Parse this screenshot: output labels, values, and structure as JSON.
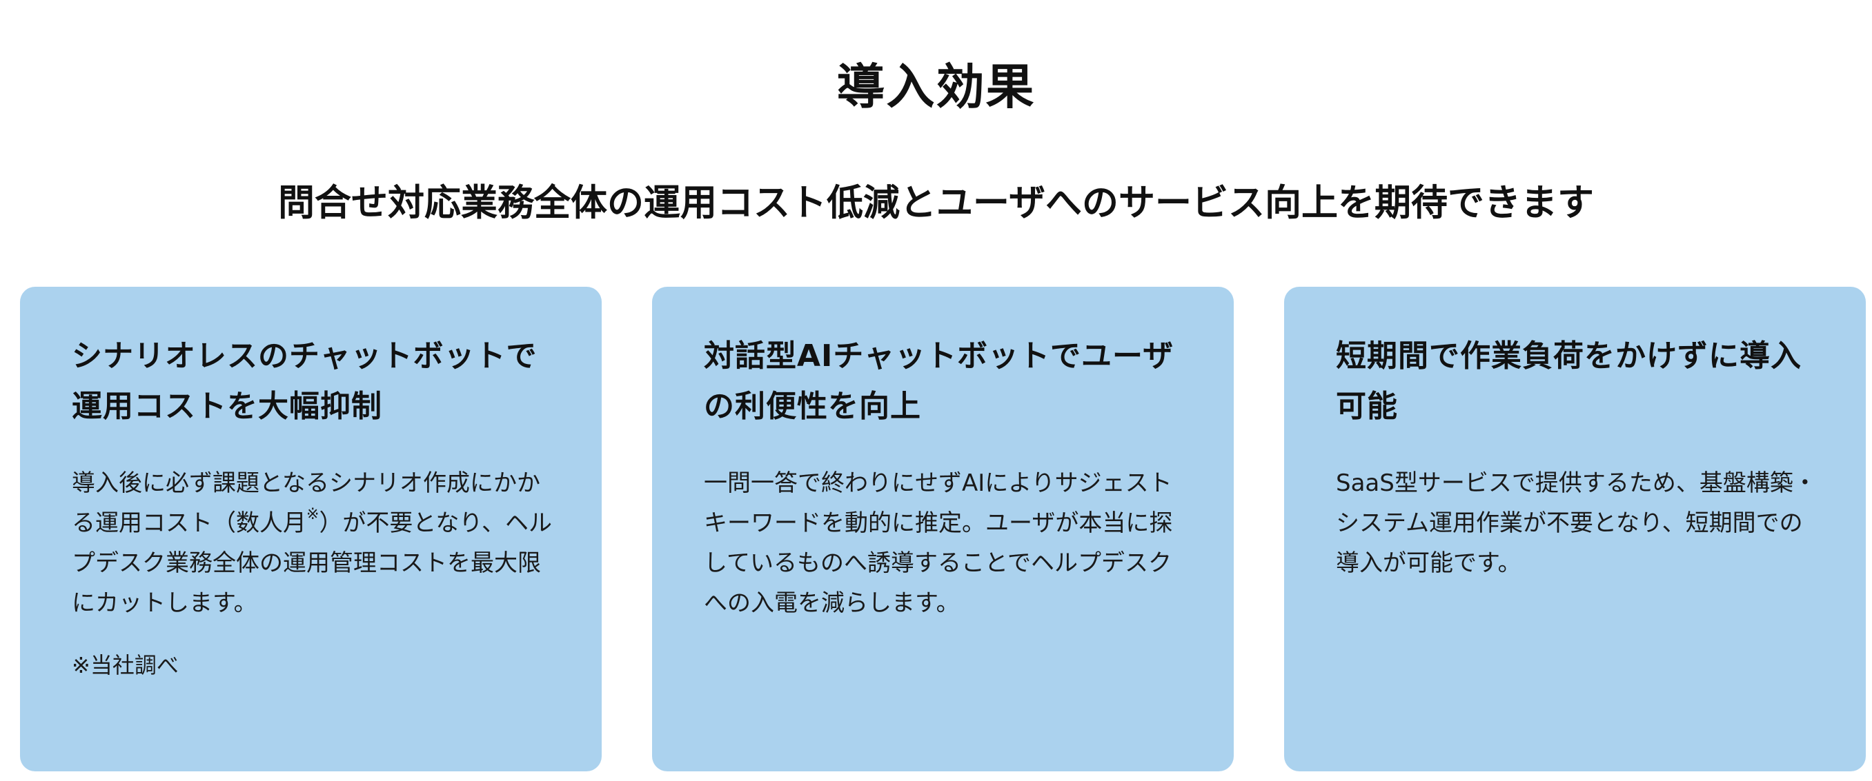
{
  "section": {
    "title": "導入効果",
    "subtitle": "問合せ対応業務全体の運用コスト低減とユーザへのサービス向上を期待できます"
  },
  "colors": {
    "card_background": "#abd2ee",
    "text": "#111111",
    "page_background": "#ffffff"
  },
  "cards": [
    {
      "title": "シナリオレスのチャットボットで運用コストを大幅抑制",
      "body_before_mark": "導入後に必ず課題となるシナリオ作成にかかる運用コスト（数人月",
      "body_mark": "※",
      "body_after_mark": "）が不要となり、ヘルプデスク業務全体の運用管理コストを最大限にカットします。",
      "note": "※当社調べ"
    },
    {
      "title": "対話型AIチャットボットでユーザの利便性を向上",
      "body": "一問一答で終わりにせずAIによりサジェストキーワードを動的に推定。ユーザが本当に探しているものへ誘導することでヘルプデスクへの入電を減らします。"
    },
    {
      "title": "短期間で作業負荷をかけずに導入可能",
      "body": "SaaS型サービスで提供するため、基盤構築・システム運用作業が不要となり、短期間での導入が可能です。"
    }
  ]
}
